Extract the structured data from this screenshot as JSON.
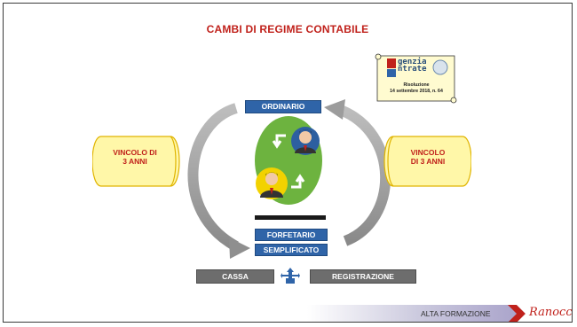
{
  "title": "CAMBI DI REGIME CONTABILE",
  "resolution": {
    "logo_line1": "genzia",
    "logo_line2": "ntrate",
    "title": "Risoluzione",
    "date": "14 settembre 2018, n. 64"
  },
  "regimes": {
    "top": "ORDINARIO",
    "middle": "FORFETARIO",
    "bottom": "SEMPLIFICATO"
  },
  "criteria": {
    "left": "CASSA",
    "right": "REGISTRAZIONE"
  },
  "vincolo_left": [
    "VINCOLO DI",
    "3 ANNI"
  ],
  "vincolo_right": [
    "VINCOLO",
    "DI 3 ANNI"
  ],
  "footer": {
    "label": "ALTA FORMAZIONE",
    "brand": "Ranocchi"
  },
  "colors": {
    "accent": "#c0211b",
    "box_blue": "#2f64a8",
    "box_gray": "#6d6d6d",
    "circle_green": "#6db33f",
    "scroll_fill": "#fffbd0"
  }
}
